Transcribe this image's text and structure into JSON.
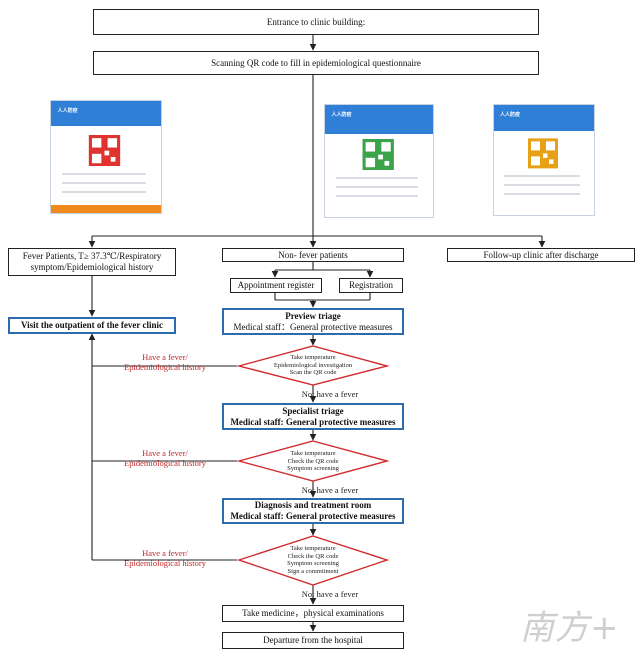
{
  "nodes": {
    "entrance": "Entrance to clinic building:",
    "scan": "Scanning QR code to fill in epidemiological questionnaire",
    "fever_patients": "Fever Patients, T≥ 37.3℃/Respiratory symptom/Epidemiological history",
    "non_fever": "Non- fever patients",
    "follow_up": "Follow-up clinic after discharge",
    "appointment": "Appointment register",
    "registration": "Registration",
    "visit_fever_clinic": "Visit the outpatient of the fever clinic",
    "preview_triage": {
      "title": "Preview triage",
      "subtitle": "Medical staff：General protective measures"
    },
    "specialist_triage": {
      "title": "Specialist triage",
      "subtitle": "Medical staff: General protective measures"
    },
    "diagnosis_room": {
      "title": "Diagnosis and treatment room",
      "subtitle": "Medical staff: General protective measures"
    },
    "take_medicine": "Take medicine，physical examinations",
    "departure": "Departure from the hospital"
  },
  "decisions": {
    "d1": [
      "Take temperature",
      "Epidemiological investigation",
      "Scan the QR code"
    ],
    "d2": [
      "Take temperature",
      "Check the QR code",
      "Symptom screening"
    ],
    "d3": [
      "Take temperature",
      "Check the QR code",
      "Symptom screening",
      "Sign a commitment"
    ]
  },
  "labels": {
    "have_fever": [
      "Have a fever/",
      "Epidemiological history"
    ],
    "not_fever": "Not have a fever"
  },
  "phones": [
    {
      "name": "red-code-phone",
      "header": "人人防疫",
      "accent": "#e0332f",
      "foot": "#f08a1c"
    },
    {
      "name": "green-code-phone",
      "header": "人人防疫",
      "accent": "#3ca34a",
      "foot": "#ffffff"
    },
    {
      "name": "yellow-code-phone",
      "header": "人人防疫",
      "accent": "#e6a117",
      "foot": "#ffffff"
    }
  ],
  "watermark": "南方+",
  "colors": {
    "line": "#222222",
    "triage_border": "#2d6bb0",
    "decision_border": "#d02a2d",
    "alert_text": "#c0282a"
  }
}
